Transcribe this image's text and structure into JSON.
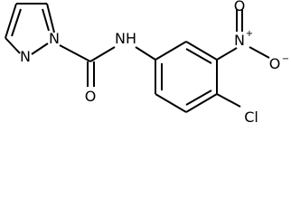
{
  "molecule": {
    "atoms": {
      "n_pyrazole_1": "N",
      "n_pyrazole_2": "N",
      "n_amide": "N",
      "h_amide": "H",
      "o_carbonyl": "O",
      "n_nitro": "N",
      "n_nitro_charge": "+",
      "o_nitro_double": "O",
      "o_nitro_single": "O",
      "o_nitro_charge": "−",
      "chlorine": "Cl"
    }
  }
}
